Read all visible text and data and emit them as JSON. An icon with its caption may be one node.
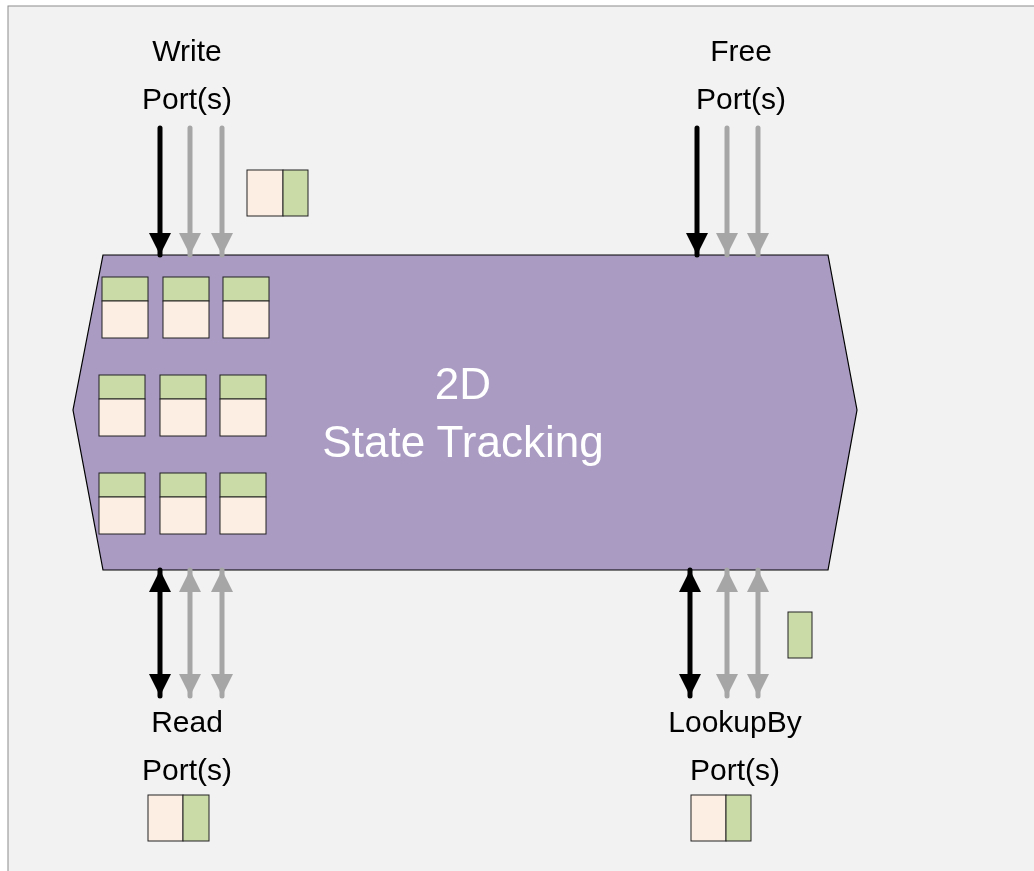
{
  "diagram": {
    "nodes": [
      {
        "text": [
          "2D State Tracking"
        ]
      },
      {
        "text": [
          "Write Port(s)"
        ]
      },
      {
        "text": [
          "Free Port(s)"
        ]
      },
      {
        "text": [
          "Read Port(s)"
        ]
      },
      {
        "text": [
          "LookupBy Port(s)"
        ]
      }
    ],
    "edges": [
      {
        "from": 1,
        "to": 0,
        "arrow": "to",
        "color": "#000000"
      },
      {
        "from": 1,
        "to": 0,
        "arrow": "to"
      },
      {
        "from": 1,
        "to": 0,
        "arrow": "to"
      },
      {
        "from": 2,
        "to": 0,
        "arrow": "to",
        "color": "#000000"
      },
      {
        "from": 2,
        "to": 0,
        "arrow": "to"
      },
      {
        "from": 2,
        "to": 0,
        "arrow": "to"
      },
      {
        "from": 0,
        "to": 3,
        "arrow": "both",
        "color": "#000000"
      },
      {
        "from": 0,
        "to": 3,
        "arrow": "both"
      },
      {
        "from": 0,
        "to": 3,
        "arrow": "both"
      },
      {
        "from": 0,
        "to": 4,
        "arrow": "both",
        "color": "#000000"
      },
      {
        "from": 0,
        "to": 4,
        "arrow": "both"
      },
      {
        "from": 0,
        "to": 4,
        "arrow": "both"
      }
    ]
  }
}
